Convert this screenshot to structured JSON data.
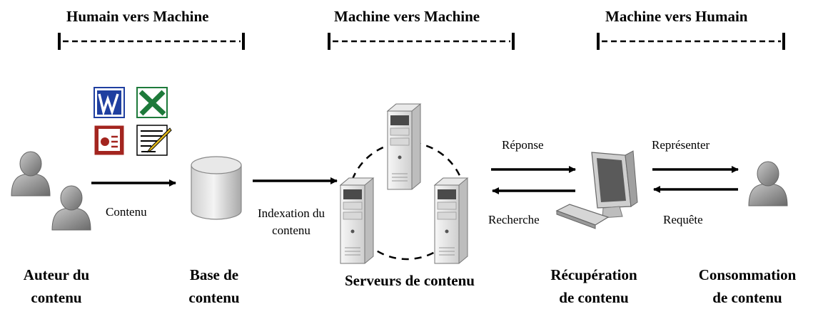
{
  "phases": [
    {
      "label": "Humain vers Machine"
    },
    {
      "label": "Machine vers Machine"
    },
    {
      "label": "Machine vers Humain"
    }
  ],
  "nodes": {
    "author": {
      "line1": "Auteur du",
      "line2": "contenu"
    },
    "database": {
      "line1": "Base de",
      "line2": "contenu"
    },
    "servers": {
      "label": "Serveurs de contenu"
    },
    "retrieval": {
      "line1": "Récupération",
      "line2": "de contenu"
    },
    "consumption": {
      "line1": "Consommation",
      "line2": "de contenu"
    }
  },
  "edges": {
    "content": "Contenu",
    "indexing": {
      "line1": "Indexation du",
      "line2": "contenu"
    },
    "response": "Réponse",
    "search": "Recherche",
    "represent": "Représenter",
    "request": "Requête"
  },
  "colors": {
    "person": "#8c8c8c",
    "server": "#e6e6e6",
    "word_blue": "#1f3fa0",
    "excel_green": "#1d7a3a",
    "ppt_red": "#a3251f"
  },
  "icons": [
    "word-icon",
    "excel-icon",
    "powerpoint-icon",
    "document-pen-icon"
  ]
}
